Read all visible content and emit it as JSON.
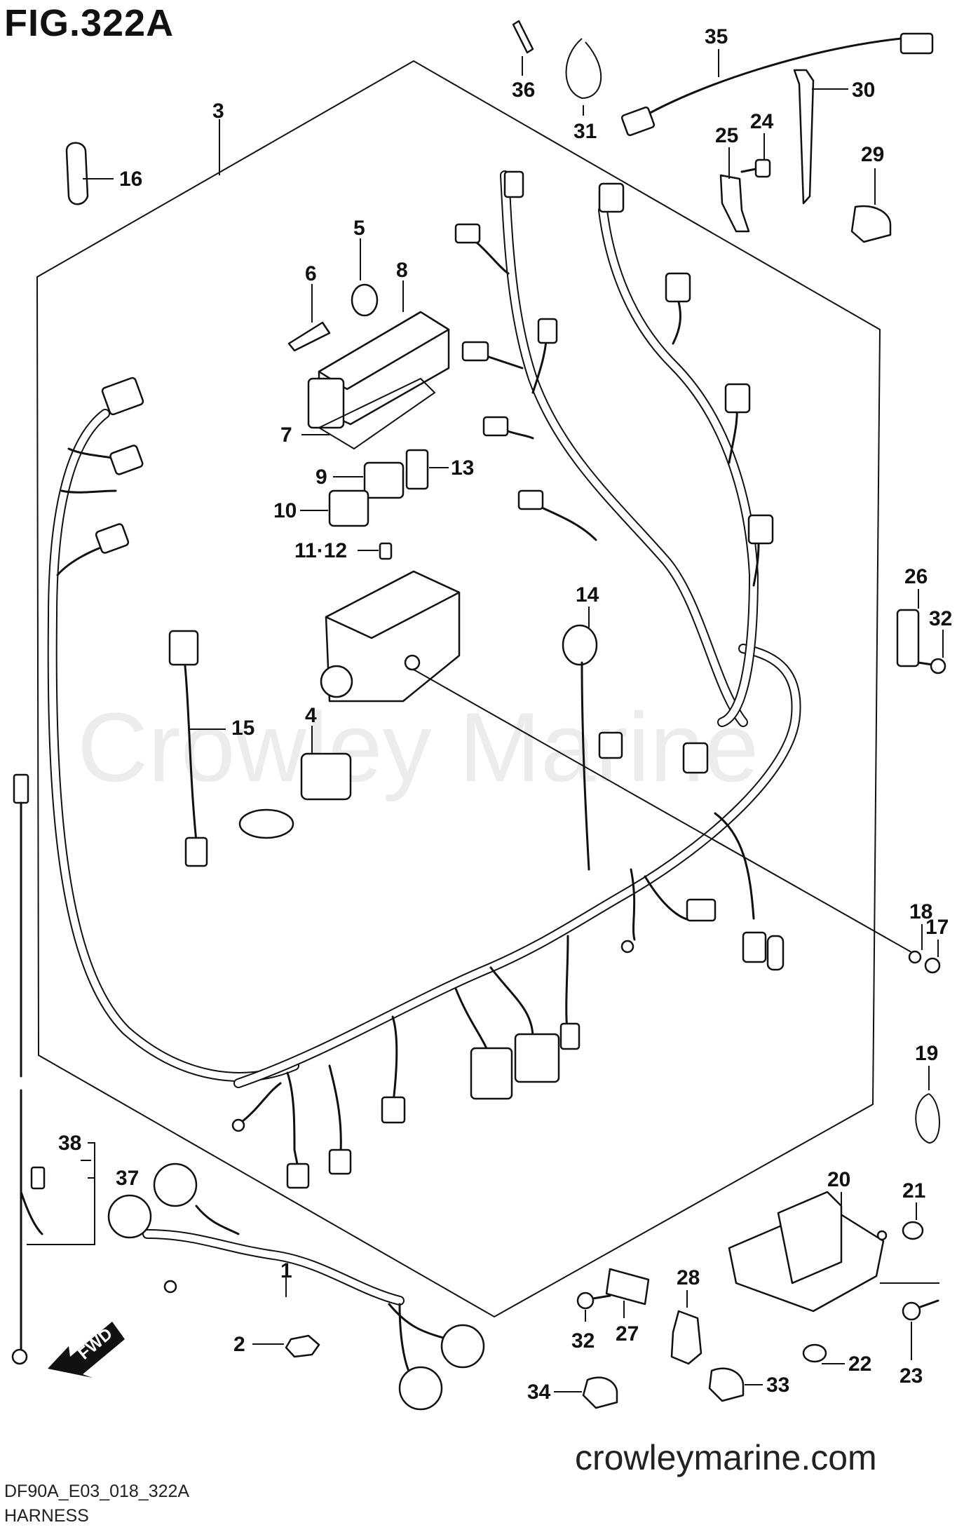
{
  "figure": {
    "title": "FIG.322A",
    "code": "DF90A_E03_018_322A",
    "description": "HARNESS",
    "website": "crowleymarine.com",
    "watermark": "Crowley Marine"
  },
  "fwd_badge": {
    "label": "FWD"
  },
  "callouts": [
    {
      "id": "c-1",
      "label": "1"
    },
    {
      "id": "c-2",
      "label": "2"
    },
    {
      "id": "c-3",
      "label": "3"
    },
    {
      "id": "c-4",
      "label": "4"
    },
    {
      "id": "c-5",
      "label": "5"
    },
    {
      "id": "c-6",
      "label": "6"
    },
    {
      "id": "c-7",
      "label": "7"
    },
    {
      "id": "c-8",
      "label": "8"
    },
    {
      "id": "c-9",
      "label": "9"
    },
    {
      "id": "c-10",
      "label": "10"
    },
    {
      "id": "c-11-12",
      "label": "11·12"
    },
    {
      "id": "c-13",
      "label": "13"
    },
    {
      "id": "c-14",
      "label": "14"
    },
    {
      "id": "c-15",
      "label": "15"
    },
    {
      "id": "c-16",
      "label": "16"
    },
    {
      "id": "c-17",
      "label": "17"
    },
    {
      "id": "c-18",
      "label": "18"
    },
    {
      "id": "c-19",
      "label": "19"
    },
    {
      "id": "c-20",
      "label": "20"
    },
    {
      "id": "c-21",
      "label": "21"
    },
    {
      "id": "c-22",
      "label": "22"
    },
    {
      "id": "c-23",
      "label": "23"
    },
    {
      "id": "c-24",
      "label": "24"
    },
    {
      "id": "c-25",
      "label": "25"
    },
    {
      "id": "c-26",
      "label": "26"
    },
    {
      "id": "c-27",
      "label": "27"
    },
    {
      "id": "c-28",
      "label": "28"
    },
    {
      "id": "c-29",
      "label": "29"
    },
    {
      "id": "c-30",
      "label": "30"
    },
    {
      "id": "c-31",
      "label": "31"
    },
    {
      "id": "c-32a",
      "label": "32"
    },
    {
      "id": "c-32b",
      "label": "32"
    },
    {
      "id": "c-33",
      "label": "33"
    },
    {
      "id": "c-34",
      "label": "34"
    },
    {
      "id": "c-35",
      "label": "35"
    },
    {
      "id": "c-36",
      "label": "36"
    },
    {
      "id": "c-37",
      "label": "37"
    },
    {
      "id": "c-38",
      "label": "38"
    }
  ]
}
